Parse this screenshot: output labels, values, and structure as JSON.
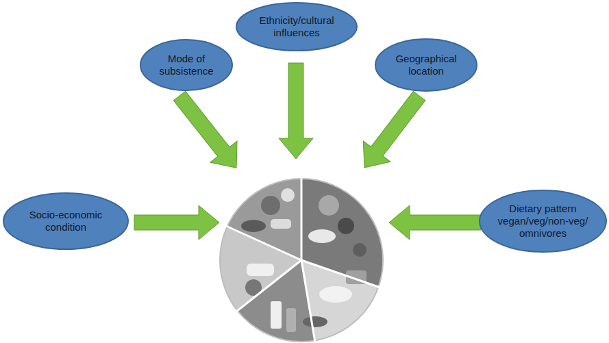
{
  "diagram": {
    "nodes": [
      {
        "text": [
          "Ethnicity/cultural influences"
        ]
      },
      {
        "text": [
          "Mode of subsistence"
        ]
      },
      {
        "text": [
          "Geographical location"
        ]
      },
      {
        "text": [
          "Socio-economic condition"
        ]
      },
      {
        "text": [
          "Dietary pattern vegan/veg/non-veg/ omnivores"
        ]
      }
    ]
  }
}
